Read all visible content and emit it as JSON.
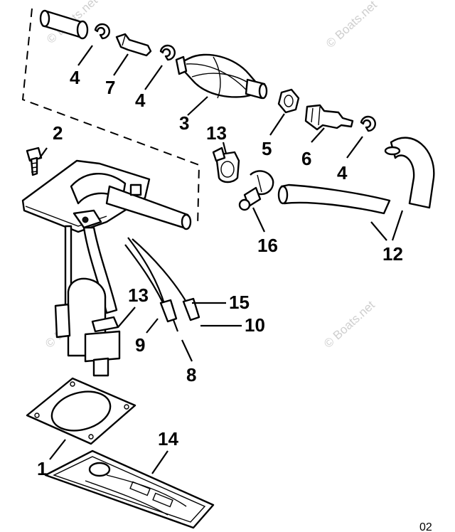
{
  "watermark": "© Boats.net",
  "callouts": {
    "c1": "1",
    "c2": "2",
    "c3": "3",
    "c4a": "4",
    "c4b": "4",
    "c4c": "4",
    "c5": "5",
    "c6": "6",
    "c7": "7",
    "c8": "8",
    "c9": "9",
    "c10": "10",
    "c12": "12",
    "c13a": "13",
    "c13b": "13",
    "c14": "14",
    "c15": "15",
    "c16": "16"
  },
  "footer_code": "02"
}
